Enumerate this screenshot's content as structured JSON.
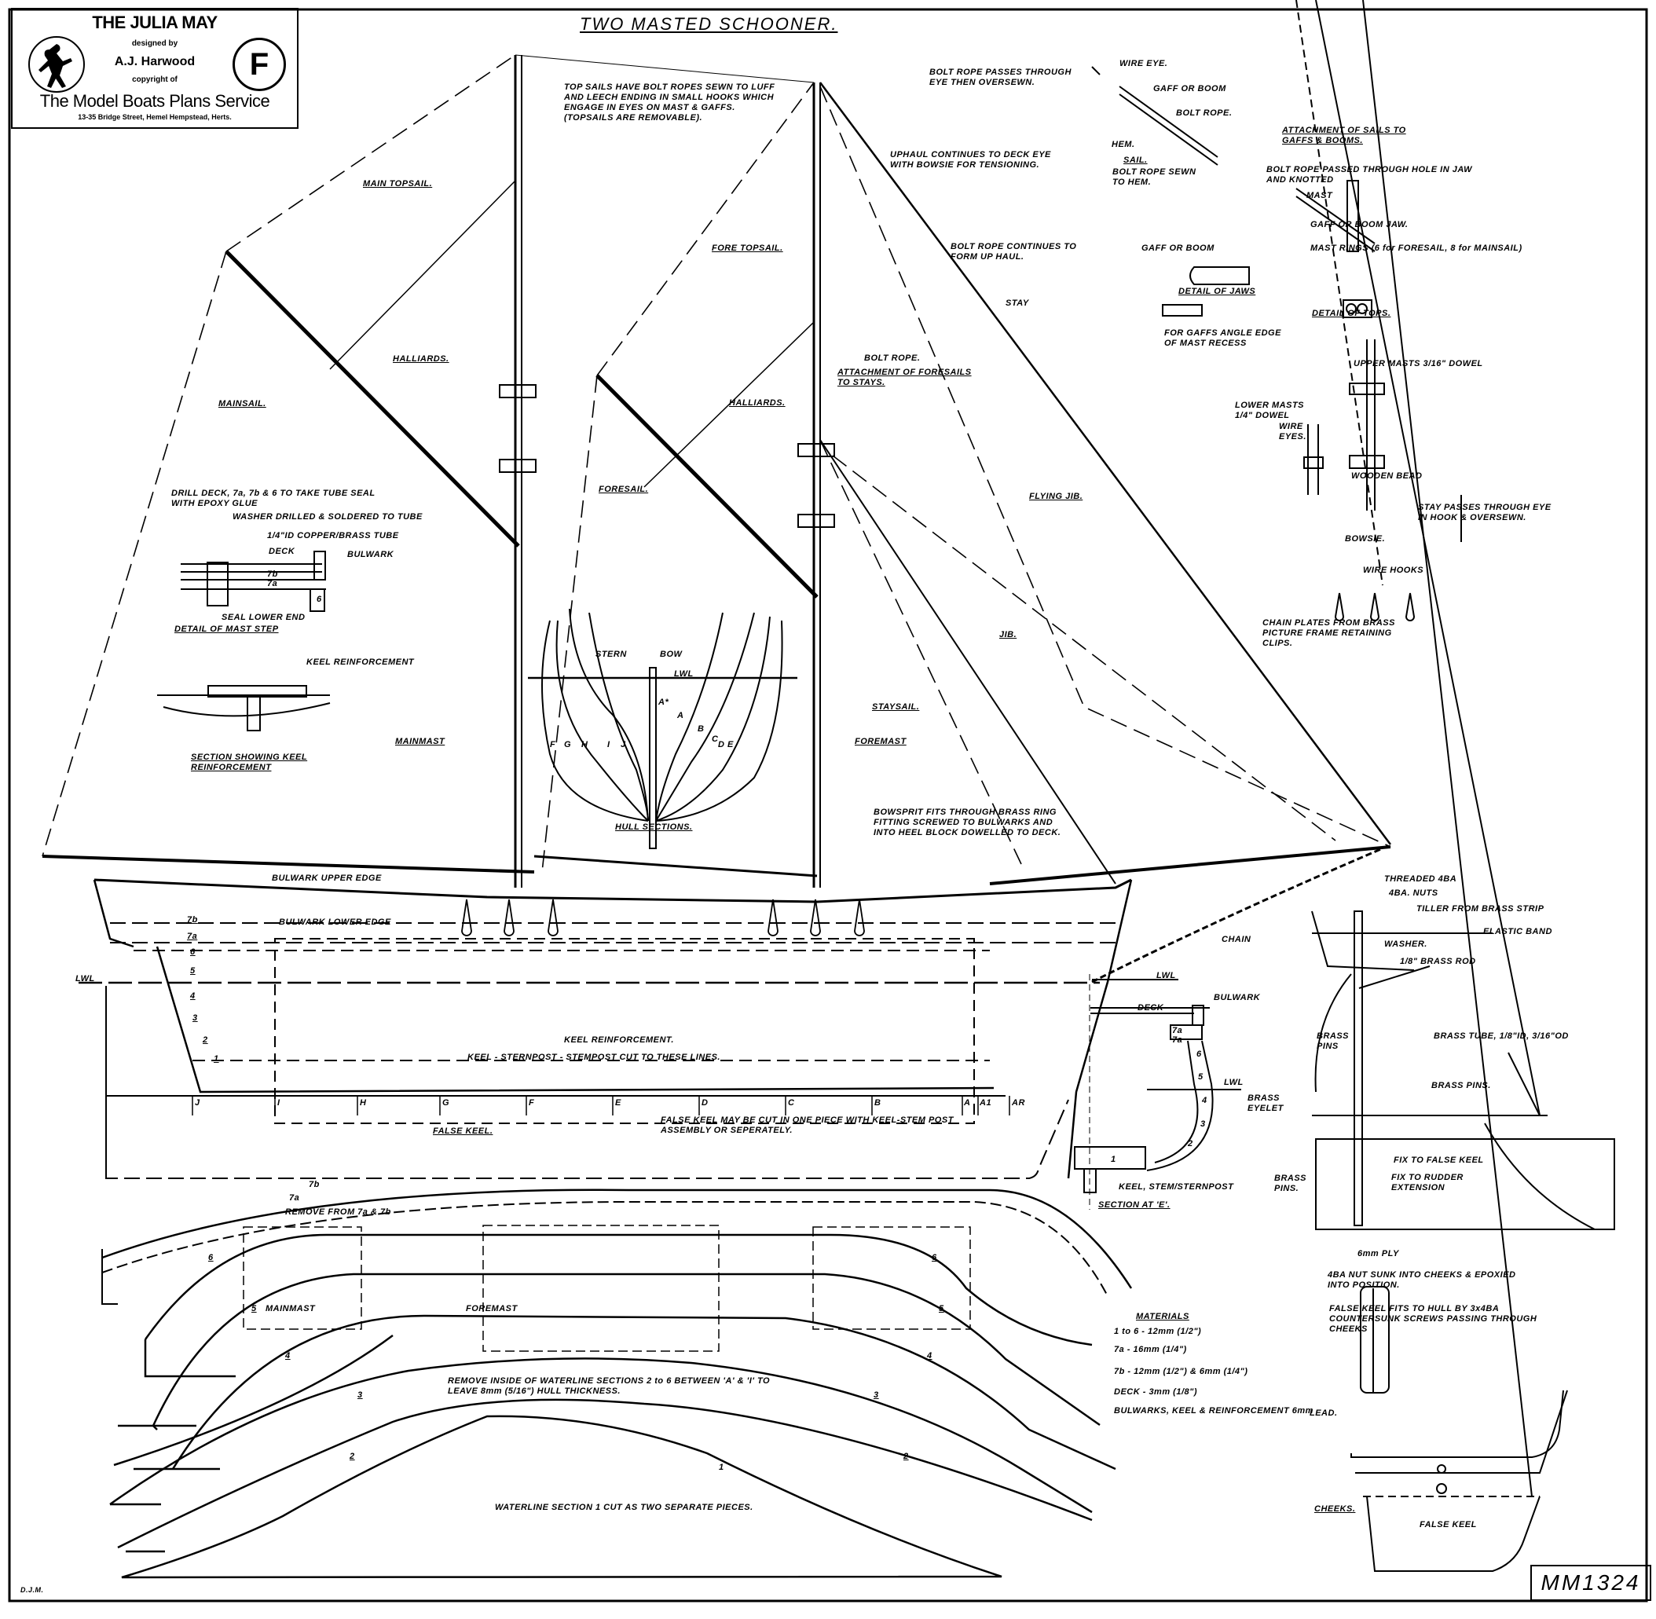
{
  "title_block": {
    "name": "THE JULIA MAY",
    "designed_by_label": "designed by",
    "designer": "A.J. Harwood",
    "copyright_label": "copyright of",
    "publisher": "The Model Boats Plans Service",
    "address": "13-35 Bridge Street, Hemel Hempstead, Herts.",
    "grade_mark": "F",
    "logo_icon": "runner-logo-icon"
  },
  "drawing_title": "TWO MASTED SCHOONER.",
  "plan_number": "MM1324",
  "drafter_initials": "D.J.M.",
  "sail_plan": {
    "main_topsail": "MAIN TOPSAIL.",
    "mainsail": "MAINSAIL.",
    "fore_topsail": "FORE TOPSAIL.",
    "foresail": "FORESAIL.",
    "flying_jib": "FLYING JIB.",
    "jib": "JIB.",
    "staysail": "STAYSAIL.",
    "halliards_1": "HALLIARDS.",
    "halliards_2": "HALLIARDS.",
    "mainmast": "MAINMAST",
    "foremast": "FOREMAST",
    "topsail_note": "TOP SAILS HAVE BOLT ROPES SEWN TO LUFF\nAND LEECH ENDING IN SMALL HOOKS WHICH\nENGAGE IN EYES ON MAST & GAFFS.\n(TOPSAILS ARE REMOVABLE).",
    "uphaul_note": "UPHAUL CONTINUES TO DECK EYE\nWITH BOWSIE FOR TENSIONING.",
    "bolt_rope_continues": "BOLT ROPE CONTINUES TO\nFORM UP HAUL.",
    "stay": "STAY",
    "bolt_rope": "BOLT ROPE.",
    "attachment_foresails": "ATTACHMENT OF FORESAILS\nTO STAYS.",
    "bowsprit_note": "BOWSPRIT FITS THROUGH BRASS RING\nFITTING SCREWED TO BULWARKS AND\nINTO HEEL BLOCK DOWELLED TO DECK."
  },
  "sail_attachment_detail": {
    "bolt_rope_passes": "BOLT ROPE PASSES THROUGH\nEYE THEN OVERSEWN.",
    "wire_eye": "WIRE EYE.",
    "gaff_or_boom": "GAFF OR BOOM",
    "bolt_rope": "BOLT ROPE.",
    "hem": "HEM.",
    "sail": "SAIL.",
    "bolt_rope_sewn": "BOLT ROPE SEWN\nTO HEM.",
    "heading": "ATTACHMENT OF SAILS TO\nGAFFS & BOOMS.",
    "bolt_rope_passed_jaw": "BOLT ROPE PASSED THROUGH HOLE IN JAW\nAND KNOTTED",
    "mast": "MAST",
    "gaff_boom_jaw": "GAFF OR BOOM JAW.",
    "mast_rings": "MAST RINGS (6 for FORESAIL, 8 for MAINSAIL)",
    "gaff_or_boom_2": "GAFF OR BOOM",
    "detail_of_jaws": "DETAIL OF JAWS",
    "for_gaffs": "FOR GAFFS ANGLE EDGE\nOF MAST RECESS",
    "detail_of_tops": "DETAIL OF TOPS."
  },
  "mast_detail": {
    "upper_masts": "UPPER MASTS 3/16\" DOWEL",
    "lower_masts": "LOWER MASTS\n1/4\" DOWEL",
    "wire_eyes": "WIRE\nEYES.",
    "wooden_bead": "WOODEN BEAD",
    "stay_passes": "STAY PASSES THROUGH EYE\nIN HOOK & OVERSEWN.",
    "bowsie": "BOWSIE.",
    "wire_hooks": "WIRE HOOKS",
    "chain_plates": "CHAIN PLATES FROM BRASS\nPICTURE FRAME RETAINING\nCLIPS."
  },
  "mast_step_detail": {
    "drill_note": "DRILL DECK, 7a, 7b & 6 TO TAKE TUBE SEAL\nWITH EPOXY GLUE",
    "washer_note": "WASHER DRILLED & SOLDERED TO TUBE",
    "tube_note": "1/4\"ID COPPER/BRASS TUBE",
    "deck": "DECK",
    "bulwark": "BULWARK",
    "layer_7b": "7b",
    "layer_7a": "7a",
    "layer_6": "6",
    "seal_lower_end": "SEAL LOWER END",
    "heading": "DETAIL OF MAST STEP"
  },
  "keel_reinforcement_detail": {
    "label": "KEEL REINFORCEMENT",
    "heading": "SECTION SHOWING KEEL\nREINFORCEMENT"
  },
  "hull_sections": {
    "stern": "STERN",
    "bow": "BOW",
    "lwl": "LWL",
    "heading": "HULL SECTIONS.",
    "stern_stations": [
      "F",
      "G",
      "H",
      "I",
      "J"
    ],
    "bow_stations": [
      "A*",
      "A",
      "B",
      "C",
      "D",
      "E"
    ]
  },
  "profile": {
    "bulwark_upper_edge": "BULWARK UPPER EDGE",
    "bulwark_lower_edge": "BULWARK LOWER EDGE",
    "lwl": "LWL",
    "layers": [
      "7b",
      "7a",
      "6",
      "5",
      "4",
      "3",
      "2",
      "1"
    ],
    "keel_reinforcement": "KEEL REINFORCEMENT.",
    "keel_note": "KEEL - STERNPOST - STEMPOST CUT TO THESE LINES.",
    "stations": [
      "J",
      "I",
      "H",
      "G",
      "F",
      "E",
      "D",
      "C",
      "B",
      "A",
      "A1",
      "AR"
    ],
    "false_keel": "FALSE KEEL.",
    "false_keel_note": "FALSE KEEL MAY BE CUT IN ONE PIECE WITH KEEL-STEM POST\nASSEMBLY OR SEPERATELY.",
    "chain": "CHAIN"
  },
  "section_e": {
    "lwl_1": "LWL",
    "deck": "DECK",
    "bulwark": "BULWARK",
    "lwl_2": "LWL",
    "layers": [
      "7a",
      "7a",
      "6",
      "5",
      "4",
      "3",
      "2",
      "1"
    ],
    "keel_stem": "KEEL, STEM/STERNPOST",
    "heading": "SECTION AT 'E'."
  },
  "rudder_detail": {
    "threaded": "THREADED 4BA",
    "nuts": "4BA. NUTS",
    "tiller": "TILLER FROM BRASS STRIP",
    "elastic": "ELASTIC BAND",
    "washer": "WASHER.",
    "brass_rod": "1/8\" BRASS ROD",
    "brass_tube": "BRASS TUBE, 1/8\"ID, 3/16\"OD",
    "brass_pins_1": "BRASS\nPINS",
    "brass_pins_2": "BRASS PINS.",
    "brass_eyelet": "BRASS\nEYELET",
    "brass_pins_3": "BRASS\nPINS.",
    "fix_false_keel": "FIX TO FALSE KEEL",
    "fix_rudder": "FIX TO RUDDER\nEXTENSION"
  },
  "waterlines": {
    "label_7b": "7b",
    "label_7a": "7a",
    "remove_note": "REMOVE FROM 7a & 7b",
    "mainmast": "MAINMAST",
    "foremast": "FOREMAST",
    "left_labels": [
      "6",
      "5",
      "4",
      "3",
      "2"
    ],
    "right_labels": [
      "6",
      "5",
      "4",
      "3",
      "2"
    ],
    "center_label": "1",
    "remove_inside_note": "REMOVE INSIDE OF WATERLINE SECTIONS 2 to 6 BETWEEN 'A' & 'I' TO\nLEAVE 8mm (5/16\") HULL THICKNESS.",
    "section_1_note": "WATERLINE SECTION 1 CUT AS TWO SEPARATE PIECES."
  },
  "materials": {
    "heading": "MATERIALS",
    "items": [
      "1 to 6 - 12mm (1/2\")",
      "7a - 16mm (1/4\")",
      "7b - 12mm (1/2\") & 6mm (1/4\")",
      "DECK - 3mm (1/8\")",
      "BULWARKS, KEEL & REINFORCEMENT 6mm"
    ]
  },
  "ballast_detail": {
    "ply": "6mm PLY",
    "nut_note": "4BA NUT SUNK INTO CHEEKS & EPOXIED\nINTO POSITION.",
    "false_keel_note": "FALSE KEEL FITS TO HULL BY 3x4BA\nCOUNTERSUNK SCREWS PASSING THROUGH\nCHEEKS",
    "lead": "LEAD.",
    "cheeks": "CHEEKS.",
    "false_keel": "FALSE KEEL"
  }
}
